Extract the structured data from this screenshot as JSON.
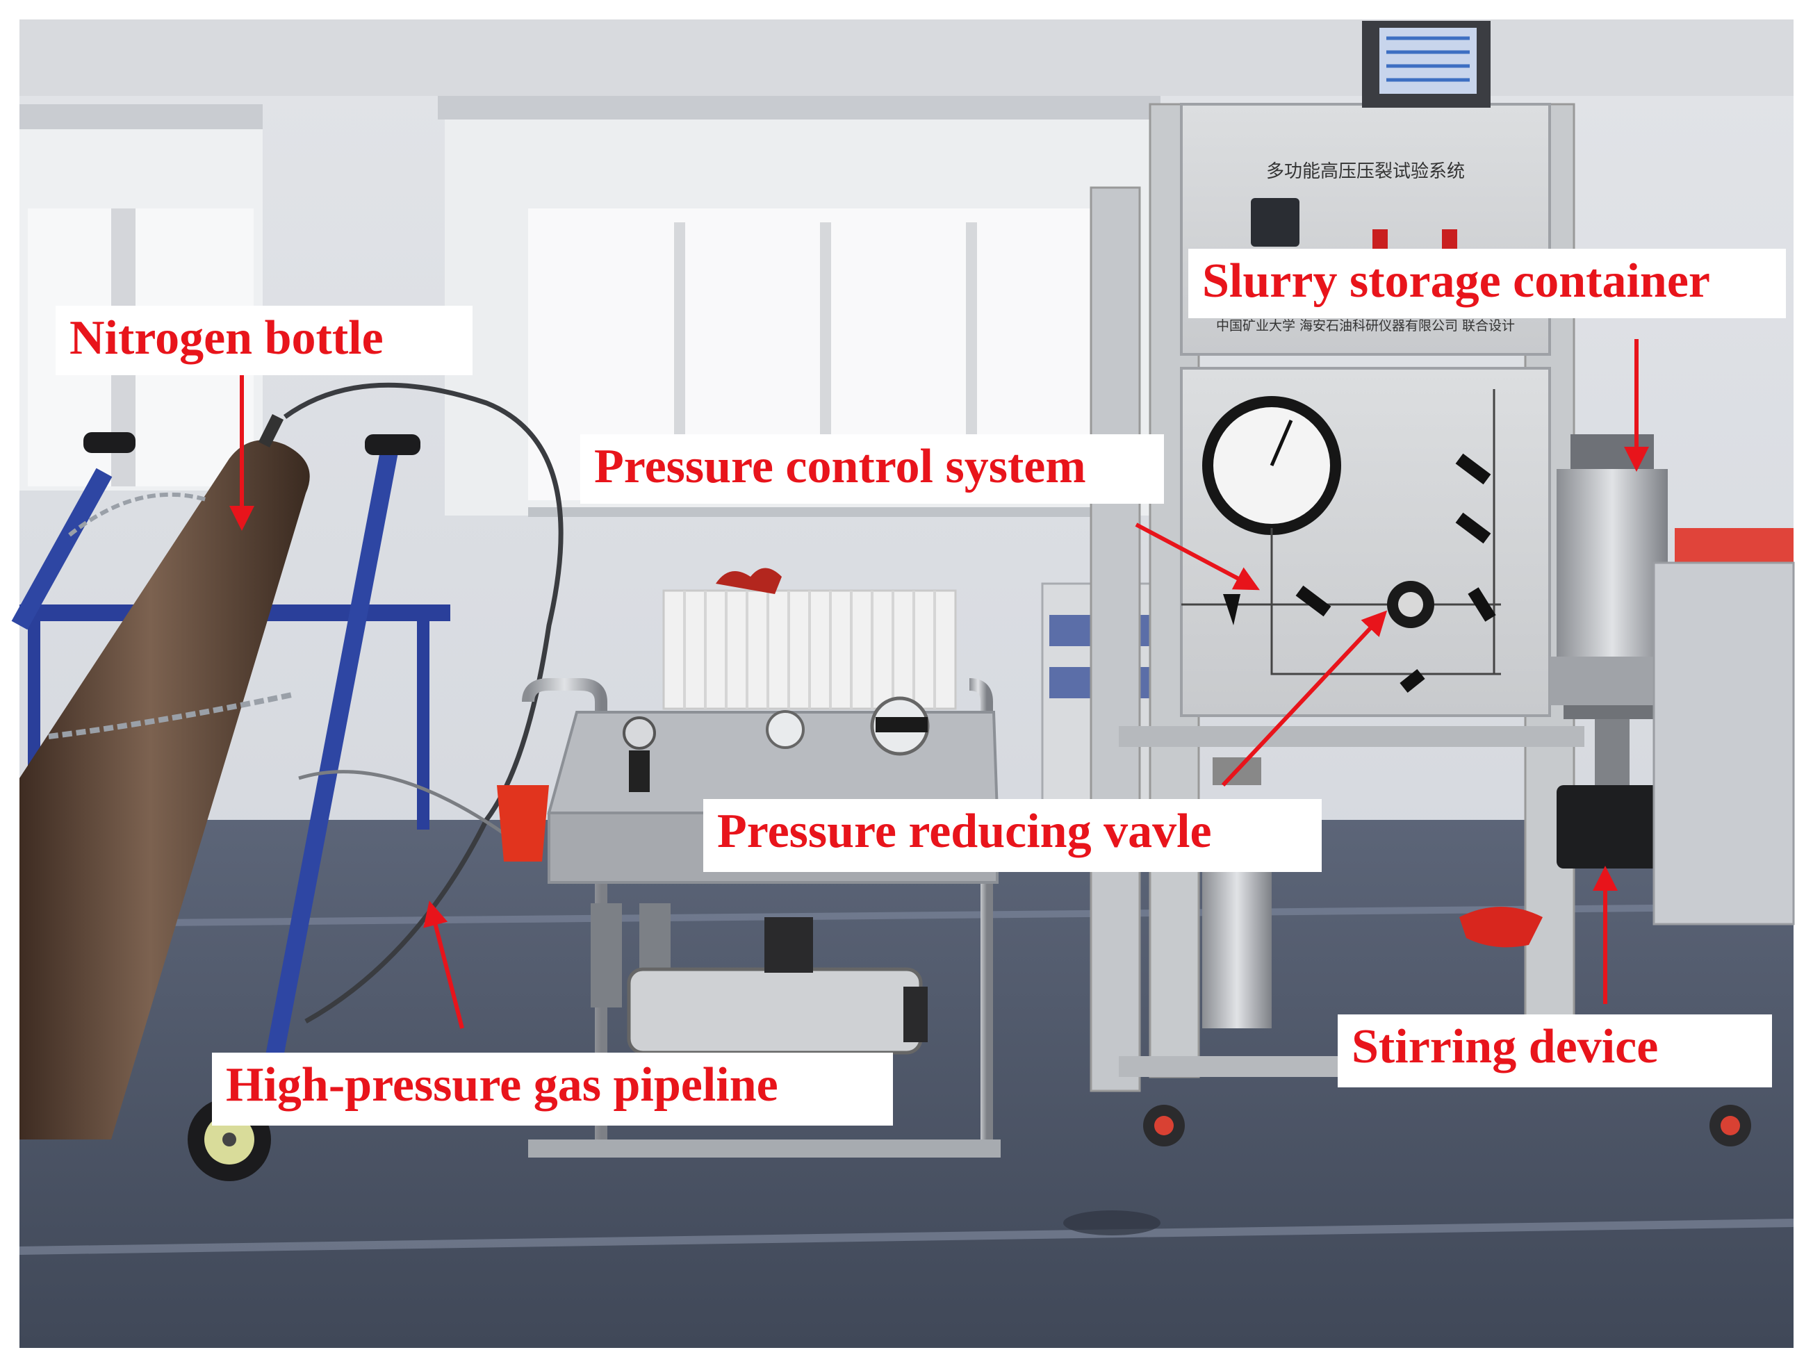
{
  "figure": {
    "label_color": "#e8141b",
    "labels": {
      "nitrogen_bottle": "Nitrogen bottle",
      "pressure_control_system": "Pressure control system",
      "slurry_storage_container": "Slurry storage container",
      "pressure_reducing_valve": "Pressure reducing vavle",
      "stirring_device": "Stirring device",
      "high_pressure_gas_pipeline": "High-pressure gas pipeline"
    },
    "panel": {
      "title_chinese": "多功能高压压裂试验系统",
      "credits_chinese": "中国矿业大学   海安石油科研仪器有限公司   联合设计"
    }
  }
}
